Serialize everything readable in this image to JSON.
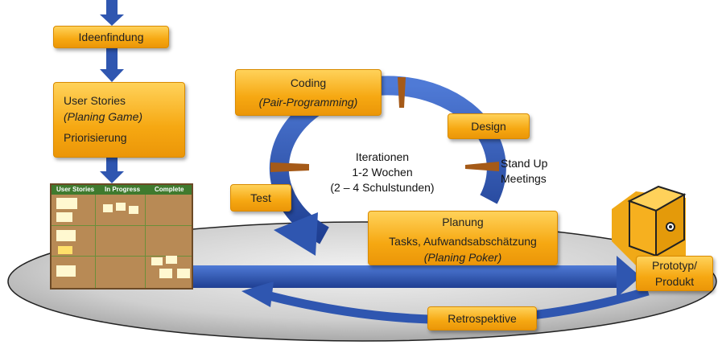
{
  "ideenfindung": "Ideenfindung",
  "stories": {
    "line1": "User Stories",
    "line2": "(Planing Game)",
    "line3": "Priorisierung"
  },
  "board": {
    "col1": "User Stories",
    "col2": "In Progress",
    "col3": "Complete"
  },
  "coding": {
    "title": "Coding",
    "sub": "(Pair-Programming)"
  },
  "design": "Design",
  "test": "Test",
  "iteration": {
    "line1": "Iterationen",
    "line2": "1-2 Wochen",
    "line3": "(2 – 4 Schulstunden)"
  },
  "standup": {
    "line1": "Stand Up",
    "line2": "Meetings"
  },
  "planung": {
    "title": "Planung",
    "line2": "Tasks, Aufwandsabschätzung",
    "line3": "(Planing Poker)"
  },
  "retro": "Retrospektive",
  "product": {
    "line1": "Prototyp/",
    "line2": "Produkt"
  },
  "colors": {
    "orange": "#f6a812",
    "blue": "#2f56b0",
    "disk": "#c9c9c9",
    "cork": "#b88a55"
  }
}
